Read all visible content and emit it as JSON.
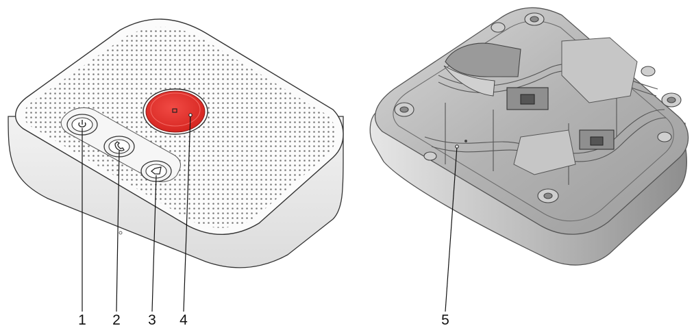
{
  "figure": {
    "front_view": {
      "device": "speakerphone-top",
      "buttons": [
        {
          "number": "1",
          "icon": "power-icon"
        },
        {
          "number": "2",
          "icon": "phone-icon"
        },
        {
          "number": "3",
          "icon": "volume-icon"
        }
      ],
      "center_button": {
        "number": "4",
        "icon": "emergency-button",
        "color": "#e8302b"
      }
    },
    "back_view": {
      "device": "base-underside",
      "part": {
        "number": "5"
      }
    },
    "colors": {
      "outline": "#333333",
      "housing": "#fbfbfb",
      "grill_dot": "#7a7a7a",
      "underside": "#b9b9b9",
      "red": "#e8302b"
    }
  }
}
